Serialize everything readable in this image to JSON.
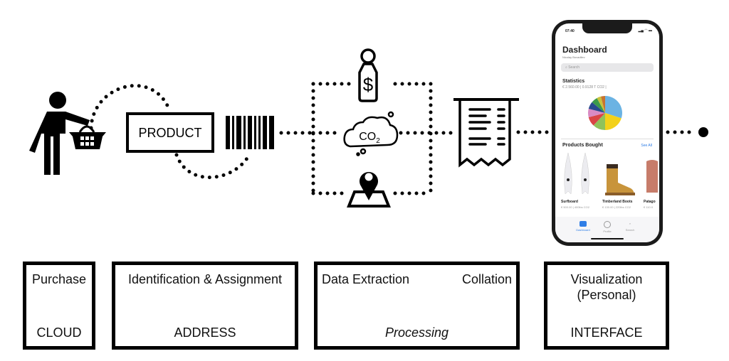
{
  "product_label": "PRODUCT",
  "co2_label": "CO",
  "co2_sub": "2",
  "icons": {
    "shopper": "person-with-basket-icon",
    "barcode": "barcode-icon",
    "price_tag": "dollar-price-tag-icon",
    "co2_cloud": "co2-cloud-icon",
    "location": "map-pin-icon",
    "receipt": "receipt-icon",
    "phone": "smartphone-icon"
  },
  "stages": [
    {
      "title": "Purchase",
      "subtitle": "CLOUD"
    },
    {
      "title": "Identification & Assignment",
      "subtitle": "ADDRESS"
    },
    {
      "title_left": "Data Extraction",
      "title_right": "Collation",
      "subtitle": "Processing"
    },
    {
      "title": "Visualization\n(Personal)",
      "title_line1": "Visualization",
      "title_line2": "(Personal)",
      "subtitle": "INTERFACE"
    }
  ],
  "phone_app": {
    "status_time": "07:40",
    "title": "Dashboard",
    "user": "Nicolay Bovadliev",
    "search_placeholder": "Search",
    "statistics_title": "Statistics",
    "statistics_value": "€ 2.560.00 | 0.9128 T CO2 |",
    "pie_slices": [
      {
        "value": 30,
        "color": "#6bb3e3"
      },
      {
        "value": 20,
        "color": "#f3d11a"
      },
      {
        "value": 12,
        "color": "#8fc25b"
      },
      {
        "value": 9,
        "color": "#d94545"
      },
      {
        "value": 8,
        "color": "#d98bc4"
      },
      {
        "value": 7,
        "color": "#284a8e"
      },
      {
        "value": 6,
        "color": "#3c9a4a"
      },
      {
        "value": 4,
        "color": "#c9c23b"
      },
      {
        "value": 4,
        "color": "#c8732f"
      }
    ],
    "products_title": "Products Bought",
    "see_all": "See All",
    "products": [
      {
        "name": "Surfboard",
        "price": "€ 500.00 | 400lbs CO2"
      },
      {
        "name": "Timberland Boots",
        "price": "€ 130.00 | 220lbs CO2"
      },
      {
        "name": "Patago",
        "price": "€ 110.0"
      }
    ],
    "tabs": [
      {
        "label": "Dashboard",
        "active": true
      },
      {
        "label": "Profile",
        "active": false
      },
      {
        "label": "Search",
        "active": false
      }
    ],
    "accent": "#2f7ee6"
  }
}
